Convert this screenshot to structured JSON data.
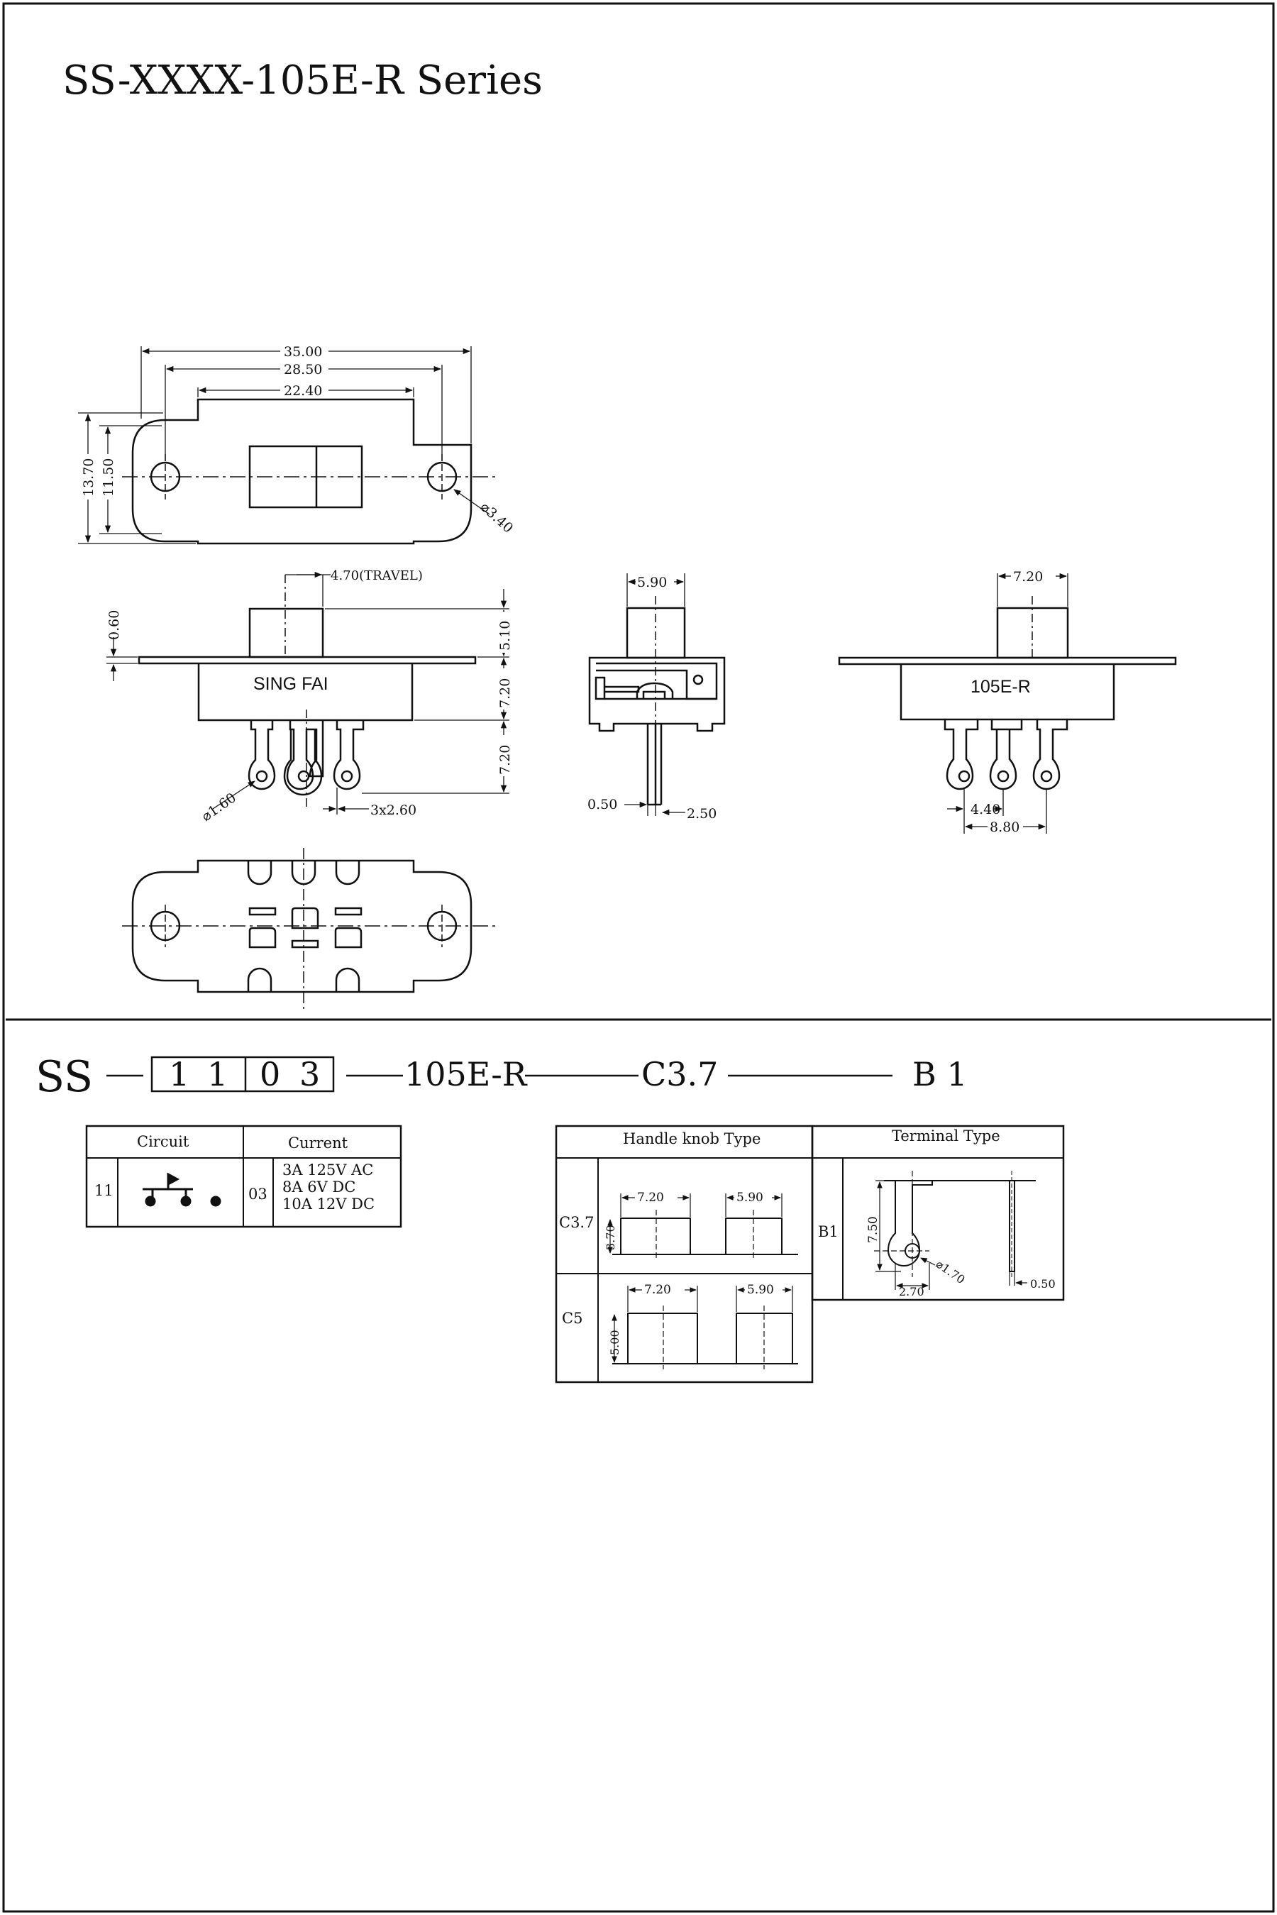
{
  "title": "SS-XXXX-105E-R Series",
  "drawing": {
    "top_view": {
      "dim_overall": "35.00",
      "dim_holes": "28.50",
      "dim_body": "22.40",
      "dim_height_outer": "13.70",
      "dim_height_inner": "11.50",
      "dim_hole_dia": "⌀3.40"
    },
    "front_view": {
      "travel": "4.70(TRAVEL)",
      "dim_plate": "0.60",
      "dim_knob_h": "5.10",
      "dim_body_h": "7.20",
      "dim_term_h": "7.20",
      "brand_text": "SING  FAI",
      "dim_pin_hole": "⌀1.60",
      "dim_pitch": "3x2.60"
    },
    "side_view": {
      "dim_knob": "5.90",
      "dim_pin_t": "0.50",
      "dim_pin_w": "2.50"
    },
    "rear_view": {
      "dim_knob": "7.20",
      "model_text": "105E-R",
      "dim_pitch": "4.40",
      "dim_span": "8.80"
    }
  },
  "part_number": {
    "prefix": "SS",
    "digits": [
      "1",
      "1",
      "0",
      "3"
    ],
    "model": "105E-R",
    "knob": "C3.7",
    "terminal": "B 1"
  },
  "circuit_table": {
    "headers": [
      "Circuit",
      "Current"
    ],
    "circuit_code": "11",
    "current_code": "03",
    "ratings": [
      "3A 125V AC",
      "8A  6V DC",
      "10A 12V DC"
    ]
  },
  "knob_table": {
    "header": "Handle knob Type",
    "rows": [
      {
        "code": "C3.7",
        "dim_h": "3.70",
        "dim_a": "7.20",
        "dim_b": "5.90"
      },
      {
        "code": "C5",
        "dim_h": "5.00",
        "dim_a": "7.20",
        "dim_b": "5.90"
      }
    ]
  },
  "terminal_table": {
    "header": "Terminal Type",
    "code": "B1",
    "dim_len": "7.50",
    "dim_hole": "⌀1.70",
    "dim_w": "2.70",
    "dim_t": "0.50"
  }
}
